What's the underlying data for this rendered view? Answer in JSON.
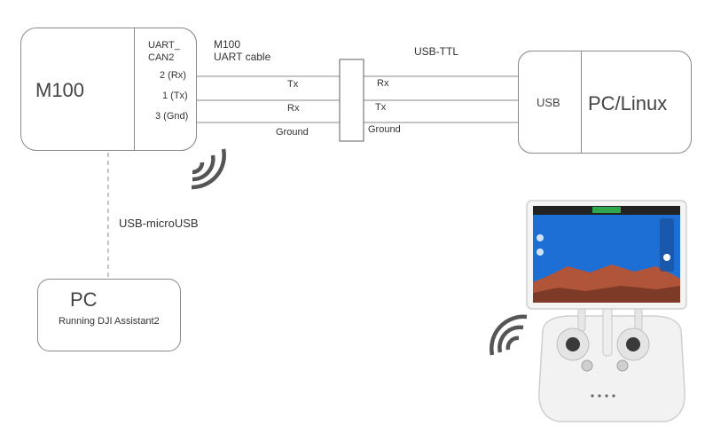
{
  "m100": {
    "title": "M100",
    "port_title_line1": "UART_",
    "port_title_line2": "CAN2",
    "pins": [
      "2 (Rx)",
      "1 (Tx)",
      "3 (Gnd)"
    ]
  },
  "cable": {
    "name_line1": "M100",
    "name_line2": "UART cable"
  },
  "adapter": {
    "name": "USB-TTL"
  },
  "left_wires": [
    "Tx",
    "Rx",
    "Ground"
  ],
  "right_wires": [
    "Rx",
    "Tx",
    "Ground"
  ],
  "pc_linux": {
    "title": "PC/Linux",
    "port": "USB"
  },
  "link": {
    "label": "USB-microUSB"
  },
  "pc": {
    "title": "PC",
    "subtitle": "Running DJI Assistant2"
  },
  "colors": {
    "line": "#8a8a8a",
    "wave": "#555555",
    "sky": "#1d6fd6",
    "rock": "#b0553a"
  },
  "icons": [
    "wireless-signal-icon",
    "remote-controller-icon",
    "tablet-icon"
  ]
}
